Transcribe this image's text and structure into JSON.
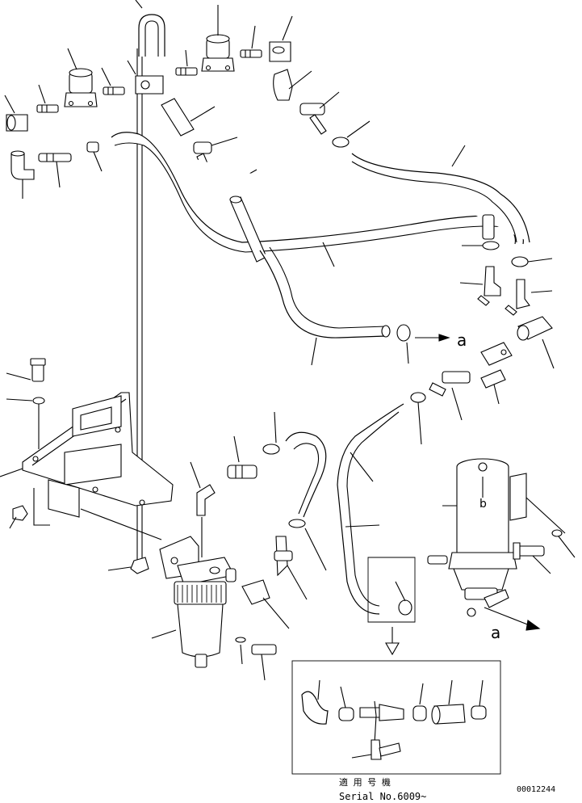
{
  "diagram": {
    "type": "parts-exploded-view",
    "labels": {
      "view_marker": "a",
      "filter_mark": "b",
      "serial_jp": "適 用 号 機",
      "serial_en": "Serial No.6009~",
      "drawing_number": "00012244"
    }
  }
}
